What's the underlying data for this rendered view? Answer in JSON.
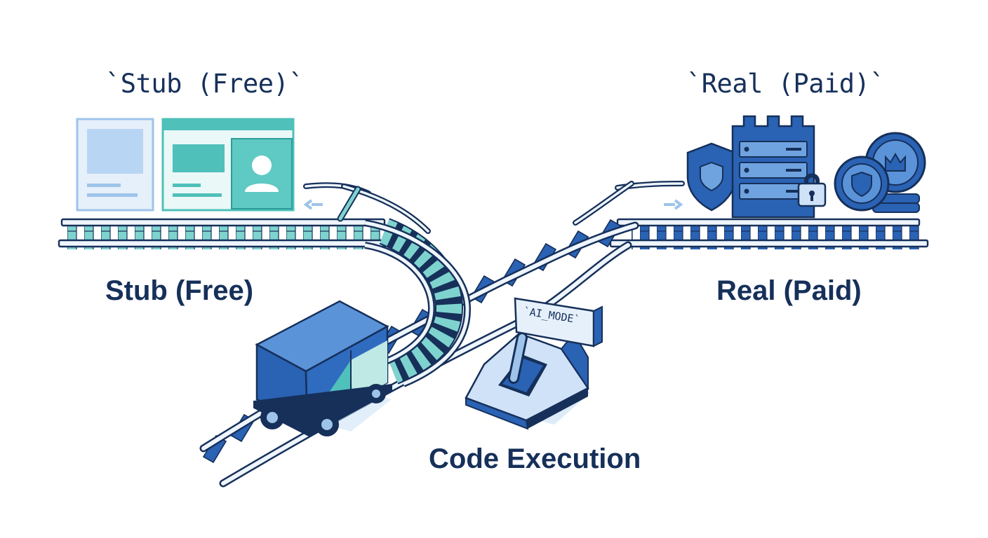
{
  "labels": {
    "stub_code": "`Stub (Free)`",
    "real_code": "`Real (Paid)`",
    "stub": "Stub (Free)",
    "real": "Real (Paid)",
    "code_execution": "Code Execution",
    "switch_sign": "`AI_MODE`"
  },
  "icons": {
    "stub_side": [
      "wireframe-page-icon",
      "profile-card-icon"
    ],
    "real_side": [
      "shield-icon",
      "server-tower-icon",
      "padlock-icon",
      "coin-stack-icon"
    ],
    "center": [
      "mine-cart-icon",
      "track-switch-lever-icon"
    ]
  },
  "colors": {
    "navy": "#16305a",
    "blue": "#2a62b4",
    "light_blue": "#cfe2f7",
    "teal": "#4fc0ba",
    "light_teal": "#bfe9e5"
  }
}
